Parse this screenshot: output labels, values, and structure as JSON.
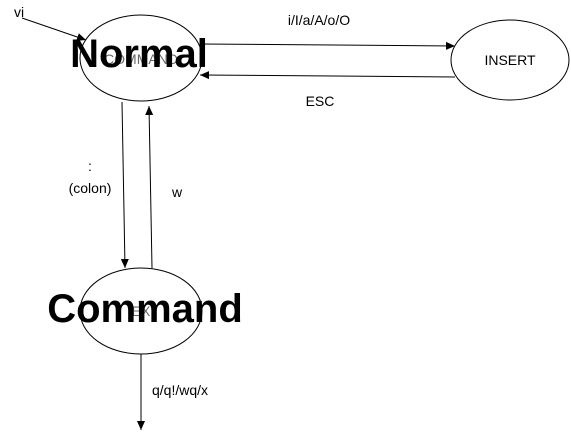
{
  "diagram": {
    "nodes": {
      "command_mode": {
        "overlay_label": "Normal",
        "inner_label": "COMMAND"
      },
      "insert_mode": {
        "label": "INSERT"
      },
      "ex_mode": {
        "overlay_label": "Command",
        "inner_label": "EX"
      }
    },
    "edges": {
      "start": {
        "label": "vi"
      },
      "command_to_insert": {
        "label": "i/I/a/A/o/O"
      },
      "insert_to_command": {
        "label": "ESC"
      },
      "command_to_ex": {
        "label_colon_char": ":",
        "label": "(colon)"
      },
      "ex_to_command": {
        "label": "w"
      },
      "ex_exit": {
        "label": "q/q!/wq/x"
      }
    }
  }
}
